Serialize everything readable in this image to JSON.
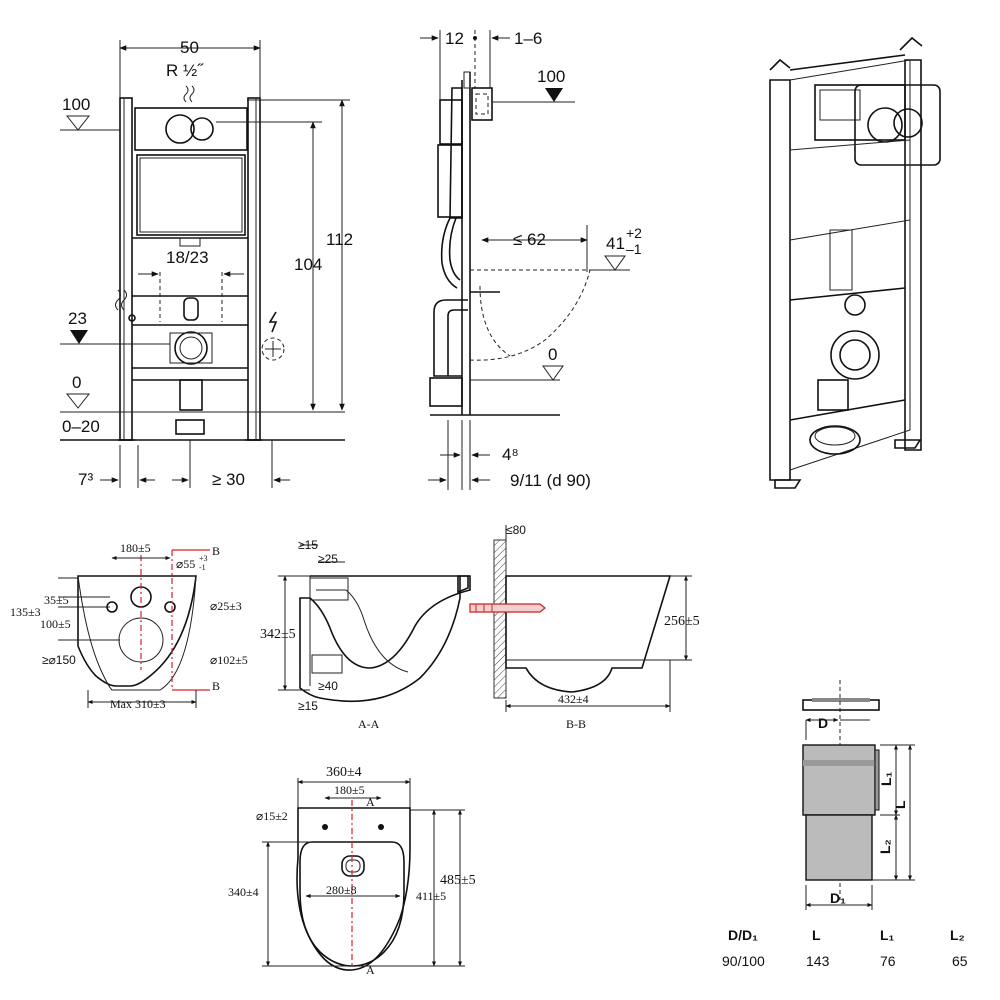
{
  "front_view": {
    "width": "50",
    "thread": "R ½˝",
    "level_top": "100",
    "flush_width": "18/23",
    "level_mid": "23",
    "level_floor": "0",
    "floor_range": "0–20",
    "height_outer": "112",
    "height_inner": "104",
    "bottom_left": "7³",
    "bottom_right": "≥ 30"
  },
  "side_view": {
    "d1": "12",
    "d2": "1–6",
    "level_top": "100",
    "depth_max": "≤ 62",
    "seat_height": "41",
    "tol_plus": "+2",
    "tol_minus": "–1",
    "level_floor": "0",
    "pipe_offset": "4⁸",
    "pipe_dims": "9/11 (d 90)"
  },
  "bowl_rear": {
    "width_top": "180±5",
    "section_label": "B",
    "hole_big": "⌀55",
    "hole_big_tol_plus": "+3",
    "hole_big_tol_minus": "-1",
    "hole_small": "⌀25±3",
    "dim_35": "35±5",
    "dim_135": "135±3",
    "dim_100": "100±5",
    "drain_min": "≥⌀150",
    "drain": "⌀102±5",
    "width_bottom": "Max 310±3"
  },
  "section_aa": {
    "top_15": "≥15",
    "top_25": "≥25",
    "height": "342±5",
    "bottom_40": "≥40",
    "bottom_15": "≥15",
    "caption": "A-A"
  },
  "section_bb": {
    "wall": "≤80",
    "height": "256±5",
    "length": "432±4",
    "caption": "B-B"
  },
  "bowl_top": {
    "width": "360±4",
    "bolt_spacing": "180±5",
    "bolt_dia": "⌀15±2",
    "section_label": "A",
    "rim_width": "280±8",
    "inner_length": "340±4",
    "seat_length": "411±5",
    "total_length": "485±5"
  },
  "pipe_table": {
    "headers": [
      "D/D₁",
      "L",
      "L₁",
      "L₂"
    ],
    "values": [
      "90/100",
      "143",
      "76",
      "65"
    ],
    "labels": {
      "d": "D",
      "d1": "D₁",
      "l": "L",
      "l1": "L₁",
      "l2": "L₂"
    }
  }
}
